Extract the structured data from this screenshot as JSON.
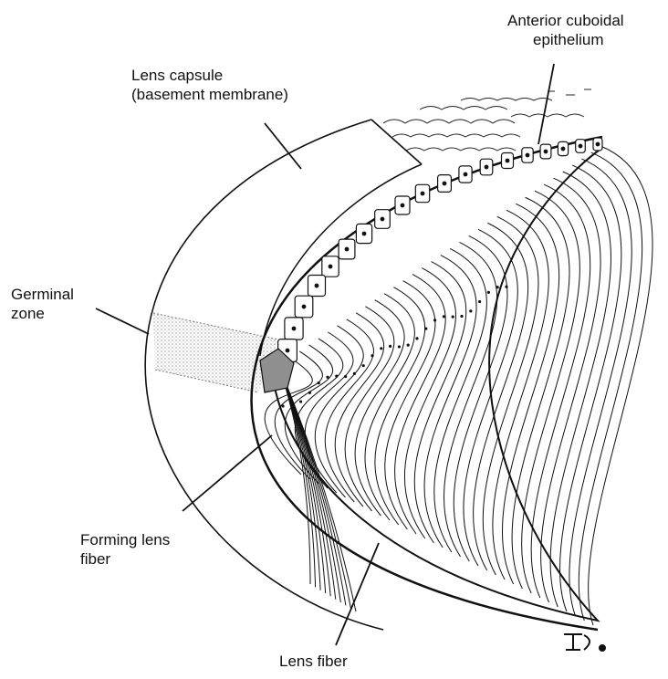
{
  "labels": {
    "lens_capsule": [
      "Lens capsule",
      "(basement membrane)"
    ],
    "anterior_epithelium": [
      "Anterior cuboidal",
      "epithelium"
    ],
    "germinal_zone": [
      "Germinal",
      "zone"
    ],
    "forming_fiber": [
      "Forming lens",
      "fiber"
    ],
    "lens_fiber": [
      "Lens fiber"
    ],
    "signature": "ID."
  },
  "colors": {
    "ink": "#111111",
    "germinal_stipple": "#bdbdbd",
    "shaded_cell": "#8f8f8f",
    "background": "#ffffff"
  }
}
